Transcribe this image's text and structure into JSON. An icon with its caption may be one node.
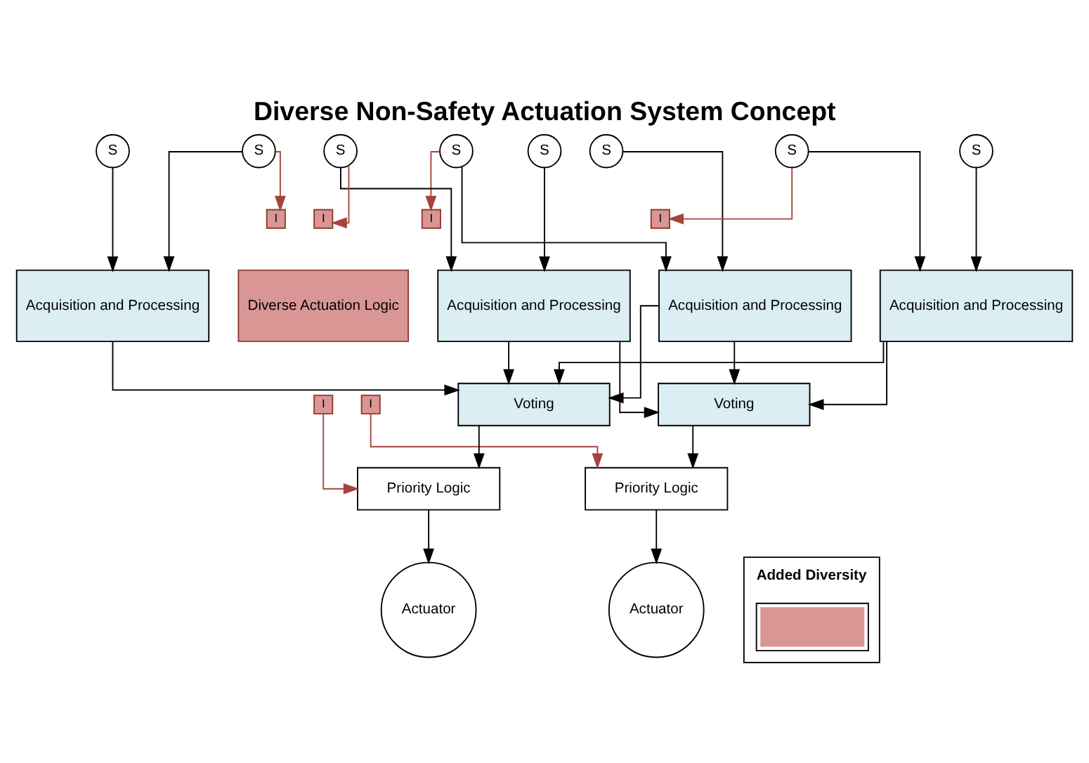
{
  "diagram": {
    "title": "Diverse Non-Safety Actuation System Concept",
    "nodes": [
      {
        "text": [
          "S"
        ]
      },
      {
        "text": [
          "S"
        ]
      },
      {
        "text": [
          "S"
        ]
      },
      {
        "text": [
          "S"
        ]
      },
      {
        "text": [
          "S"
        ]
      },
      {
        "text": [
          "S"
        ]
      },
      {
        "text": [
          "S"
        ]
      },
      {
        "text": [
          "S"
        ]
      },
      {
        "text": [
          "Acquisition and Processing"
        ]
      },
      {
        "text": [
          "Acquisition and Processing"
        ]
      },
      {
        "text": [
          "Acquisition and Processing"
        ]
      },
      {
        "text": [
          "Acquisition and Processing"
        ]
      },
      {
        "text": [
          "Diverse Actuation Logic"
        ]
      },
      {
        "text": [
          "I"
        ]
      },
      {
        "text": [
          "I"
        ]
      },
      {
        "text": [
          "I"
        ]
      },
      {
        "text": [
          "I"
        ]
      },
      {
        "text": [
          "I"
        ]
      },
      {
        "text": [
          "I"
        ]
      },
      {
        "text": [
          "Voting"
        ]
      },
      {
        "text": [
          "Voting"
        ]
      },
      {
        "text": [
          "Priority Logic"
        ]
      },
      {
        "text": [
          "Priority Logic"
        ]
      },
      {
        "text": [
          "Actuator"
        ]
      },
      {
        "text": [
          "Actuator"
        ]
      }
    ],
    "edges": [
      {
        "from": 0,
        "to": 8,
        "arrow": "to"
      },
      {
        "from": 1,
        "to": 8,
        "arrow": "to"
      },
      {
        "from": 2,
        "to": 9,
        "arrow": "to"
      },
      {
        "from": 3,
        "to": 9,
        "arrow": "to"
      },
      {
        "from": 4,
        "to": 10,
        "arrow": "to"
      },
      {
        "from": 5,
        "to": 10,
        "arrow": "to"
      },
      {
        "from": 6,
        "to": 11,
        "arrow": "to"
      },
      {
        "from": 7,
        "to": 11,
        "arrow": "to"
      },
      {
        "from": 1,
        "to": 13,
        "arrow": "to",
        "color": "#a5433d"
      },
      {
        "from": 3,
        "to": 14,
        "arrow": "to",
        "color": "#a5433d"
      },
      {
        "from": 5,
        "to": 15,
        "arrow": "to",
        "color": "#a5433d"
      },
      {
        "from": 7,
        "to": 16,
        "arrow": "to",
        "color": "#a5433d"
      },
      {
        "from": 9,
        "to": 19,
        "arrow": "to"
      },
      {
        "from": 10,
        "to": 19,
        "arrow": "to"
      },
      {
        "from": 11,
        "to": 19,
        "arrow": "to"
      },
      {
        "from": 8,
        "to": 20,
        "arrow": "to"
      },
      {
        "from": 9,
        "to": 20,
        "arrow": "to"
      },
      {
        "from": 10,
        "to": 20,
        "arrow": "to"
      },
      {
        "from": 11,
        "to": 20,
        "arrow": "to"
      },
      {
        "from": 19,
        "to": 21,
        "arrow": "to"
      },
      {
        "from": 20,
        "to": 22,
        "arrow": "to"
      },
      {
        "from": 17,
        "to": 21,
        "arrow": "to",
        "color": "#a5433d"
      },
      {
        "from": 18,
        "to": 22,
        "arrow": "to",
        "color": "#a5433d"
      },
      {
        "from": 21,
        "to": 23,
        "arrow": "to"
      },
      {
        "from": 22,
        "to": 24,
        "arrow": "to"
      }
    ],
    "legend": [
      {
        "text": "Added Diversity",
        "color": "#d99694"
      }
    ]
  }
}
